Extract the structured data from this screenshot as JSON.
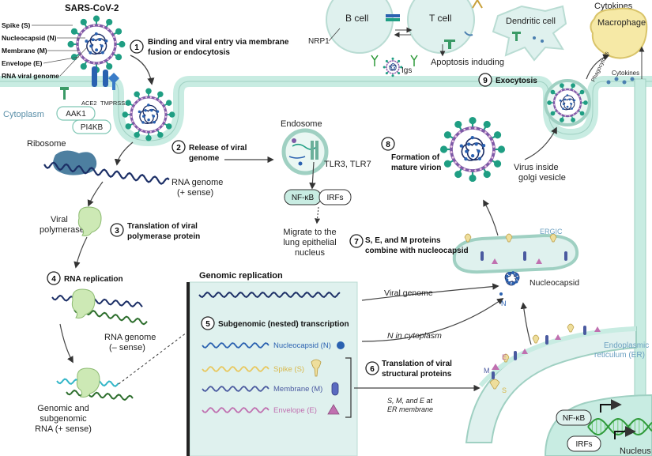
{
  "virus": {
    "title": "SARS-CoV-2",
    "labels": [
      "Spike (S)",
      "Nucleocapsid (N)",
      "Membrane (M)",
      "Envelope (E)",
      "RNA viral genome"
    ]
  },
  "receptors": {
    "ace2": "ACE2",
    "tmprss2": "TMPRSS2",
    "aak1": "AAK1",
    "pi4kb": "PI4KB"
  },
  "cytoplasm_label": "Cytoplasm",
  "steps": {
    "s1": {
      "num": "1",
      "line1": "Binding and viral entry via membrane",
      "line2": "fusion or endocytosis"
    },
    "s2": {
      "num": "2",
      "line1": "Release of viral",
      "line2": "genome"
    },
    "s3": {
      "num": "3",
      "line1": "Translation of viral",
      "line2": "polymerase protein"
    },
    "s4": {
      "num": "4",
      "line1": "RNA replication"
    },
    "s5": {
      "num": "5",
      "line1": "Subgenomic (nested) transcription"
    },
    "s6": {
      "num": "6",
      "line1": "Translation of viral",
      "line2": "structural proteins"
    },
    "s7": {
      "num": "7",
      "line1": "S, E, and M proteins",
      "line2": "combine with nucleocapsid"
    },
    "s8": {
      "num": "8",
      "line1": "Formation of",
      "line2": "mature virion"
    },
    "s9": {
      "num": "9",
      "line1": "Exocytosis"
    }
  },
  "ribosome": "Ribosome",
  "rna_plus": {
    "line1": "RNA genome",
    "line2": "(+ sense)"
  },
  "rna_minus": {
    "line1": "RNA genome",
    "line2": "(– sense)"
  },
  "viral_polymerase": {
    "line1": "Viral",
    "line2": "polymerase"
  },
  "subgenomic": {
    "line1": "Genomic and",
    "line2": "subgenomic",
    "line3": "RNA (+ sense)"
  },
  "endosome": {
    "title": "Endosome",
    "tlr": "TLR3, TLR7",
    "nfkb": "NF-κB",
    "irfs": "IRFs",
    "migrate": [
      "Migrate to the",
      "lung epithelial",
      "nucleus"
    ]
  },
  "panel": {
    "title": "Genomic replication",
    "nucleocapsid": "Nucleocapsid (N)",
    "spike": "Spike (S)",
    "membrane": "Membrane (M)",
    "envelope": "Envelope (E)"
  },
  "arrow_labels": {
    "viral_genome": "Viral genome",
    "n_cytoplasm": "N in cytoplasm",
    "sme": [
      "S, M, and E at",
      "ER membrane"
    ]
  },
  "ergic": "ERGIC",
  "nucleocapsid": "Nucleocapsid",
  "er": [
    "Endoplasmic",
    "reticulum (ER)"
  ],
  "er_letters": {
    "e": "E",
    "m": "M",
    "n": "N",
    "s": "S"
  },
  "golgi": {
    "line1": "Virus inside",
    "line2": "golgi vesicle"
  },
  "immune": {
    "b_cell": "B cell",
    "t_cell": "T cell",
    "nrp1": "NRP1",
    "igs": "Igs",
    "apoptosis": "Apoptosis induding",
    "dendritic": "Dendritic cell",
    "cytokines_top": "Cytokines",
    "macrophage": "Macrophage",
    "phagocytosis": "Phagocytosis",
    "cytokines": "Cytokines"
  },
  "nucleus": {
    "label": "Nucleus",
    "nfkb": "NF-κB",
    "irfs": "IRFs"
  },
  "colors": {
    "membrane": "#c8ece2",
    "membrane_edge": "#9fd0c2",
    "virus_envelope": "#7e5aa6",
    "spike": "#1f9e83",
    "nucleocapsid": "#2a61b0",
    "rna": "#1c2f66",
    "rna_green": "#2d6e2d",
    "polymerase": "#cde9b5",
    "panel_bg": "#dff1ee",
    "spike_protein": "#eede9c",
    "envelope_protein": "#c070b0",
    "membrane_protein": "#4a5aa0",
    "nucleus_dna": "#2f9a3a"
  }
}
